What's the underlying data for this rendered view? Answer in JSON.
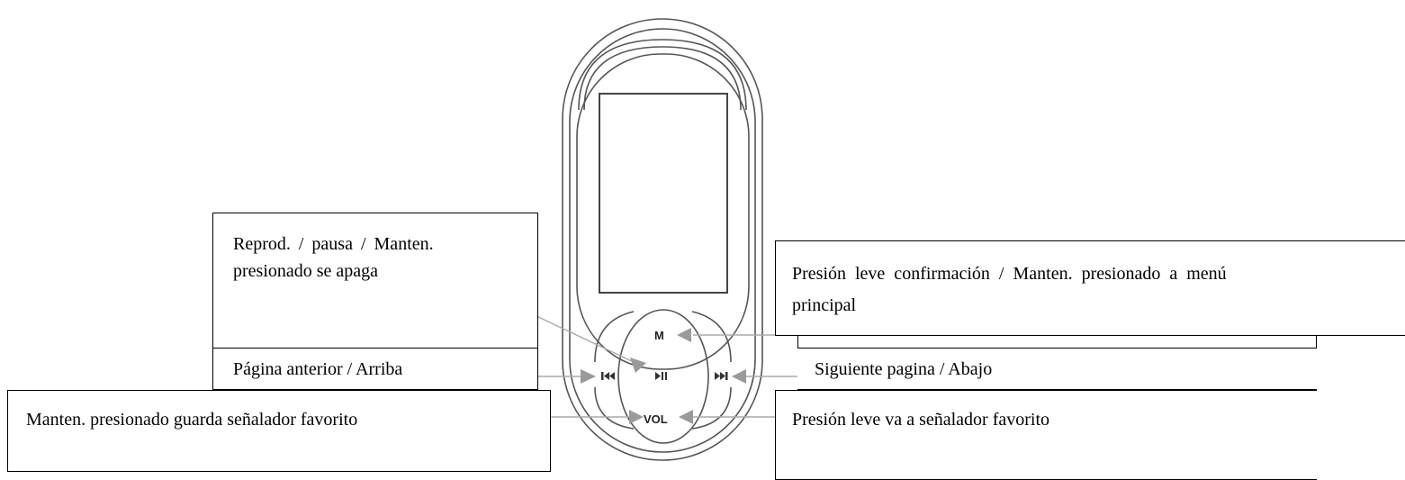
{
  "device": {
    "buttons": {
      "menu": "M",
      "volume": "VOL",
      "prev_icon": "previous-track-icon",
      "play_pause_icon": "play-pause-icon",
      "next_icon": "next-track-icon"
    }
  },
  "callouts": {
    "play_pause": {
      "line1": "Reprod. / pausa / Manten.",
      "line2": "presionado se apaga"
    },
    "menu": {
      "line1": "Presión leve confirmación / Manten. presionado a menú",
      "line2": "principal"
    },
    "previous": {
      "text": "Página anterior / Arriba"
    },
    "next": {
      "text": "Siguiente pagina / Abajo"
    },
    "bookmark_save": {
      "text": "Manten. presionado guarda señalador favorito"
    },
    "bookmark_go": {
      "text": "Presión leve va a señalador favorito"
    }
  },
  "colors": {
    "outline": "#333333",
    "arrow": "#9a9a9a",
    "border": "#000000"
  }
}
